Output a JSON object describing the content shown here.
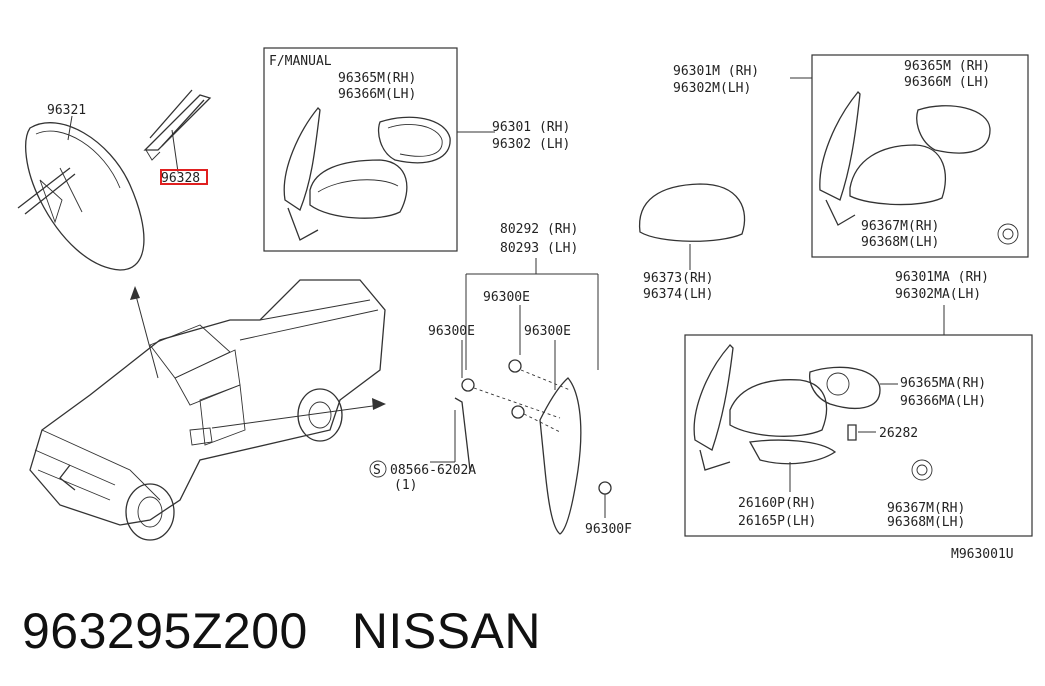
{
  "labels": {
    "mirror_inside": "96321",
    "mirror_clip": "96328",
    "fmanual": "F/MANUAL",
    "glass_fm_rh": "96365M(RH)",
    "glass_fm_lh": "96366M(LH)",
    "assy_rh": "96301 (RH)",
    "assy_lh": "96302 (LH)",
    "assy_m_rh": "96301M (RH)",
    "assy_m_lh": "96302M(LH)",
    "glass_m_rh": "96365M (RH)",
    "glass_m_lh": "96366M (LH)",
    "motor_m_rh": "96367M(RH)",
    "motor_m_lh": "96368M(LH)",
    "cover_rh": "96373(RH)",
    "cover_lh": "96374(LH)",
    "finisher_rh": "80292 (RH)",
    "finisher_lh": "80293 (LH)",
    "clip_e_top": "96300E",
    "clip_e_left": "96300E",
    "clip_e_right": "96300E",
    "clip_f": "96300F",
    "screw": "08566-6202A",
    "screw_qty": "(1)",
    "screw_symbol": "S",
    "assy_ma_rh": "96301MA (RH)",
    "assy_ma_lh": "96302MA(LH)",
    "glass_ma_rh": "96365MA(RH)",
    "glass_ma_lh": "96366MA(LH)",
    "lamp_socket": "26282",
    "lamp_rh": "26160P(RH)",
    "lamp_lh": "26165P(LH)",
    "motor_ma_rh": "96367M(RH)",
    "motor_ma_lh": "96368M(LH)",
    "figure_code": "M963001U"
  },
  "highlight_color": "#e02020",
  "caption": {
    "part_number": "963295Z200",
    "brand": "NISSAN"
  }
}
